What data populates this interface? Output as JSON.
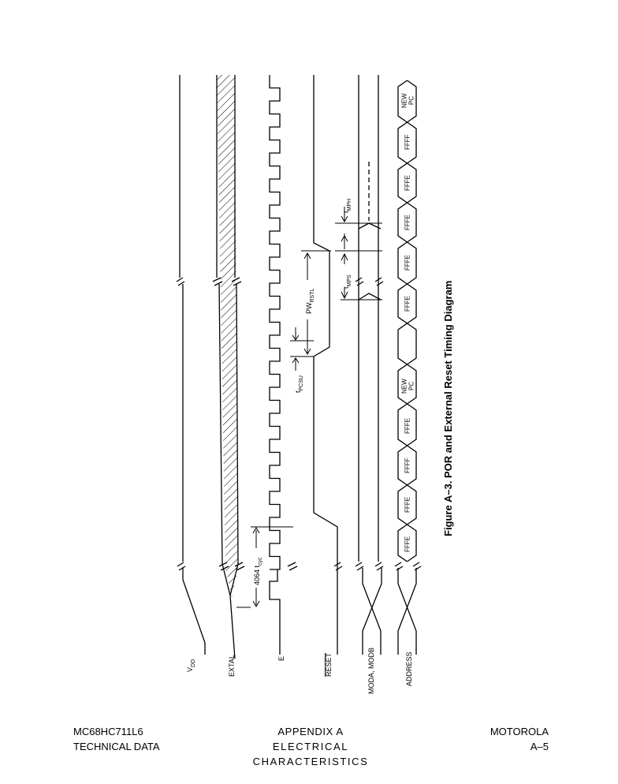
{
  "figure": {
    "caption": "Figure A–3. POR and External Reset Timing Diagram",
    "signals": {
      "vdd": "V",
      "vdd_sub": "DD",
      "extal": "EXTAL",
      "e": "E",
      "reset": "RESET",
      "moda": "MODA, MODB",
      "address": "ADDRESS"
    },
    "timings": {
      "t4064": "4064 t",
      "t4064_sub": "cyc",
      "tpcsu": "t",
      "tpcsu_sub": "PCSU",
      "pwrstl": "PW",
      "pwrstl_sub": "RSTL",
      "tmps": "t",
      "tmps_sub": "MPS",
      "tmph": "t",
      "tmph_sub": "MPH"
    },
    "address_values": {
      "ffe": "FFFE",
      "fff": "FFFF",
      "new1": "NEW",
      "new2": "PC"
    }
  },
  "footer": {
    "left_line1": "MC68HC711L6",
    "left_line2": "TECHNICAL DATA",
    "mid_line1": "APPENDIX  A",
    "mid_line2": "ELECTRICAL   CHARACTERISTICS",
    "right_line1": "MOTOROLA",
    "right_line2": "A–5"
  }
}
